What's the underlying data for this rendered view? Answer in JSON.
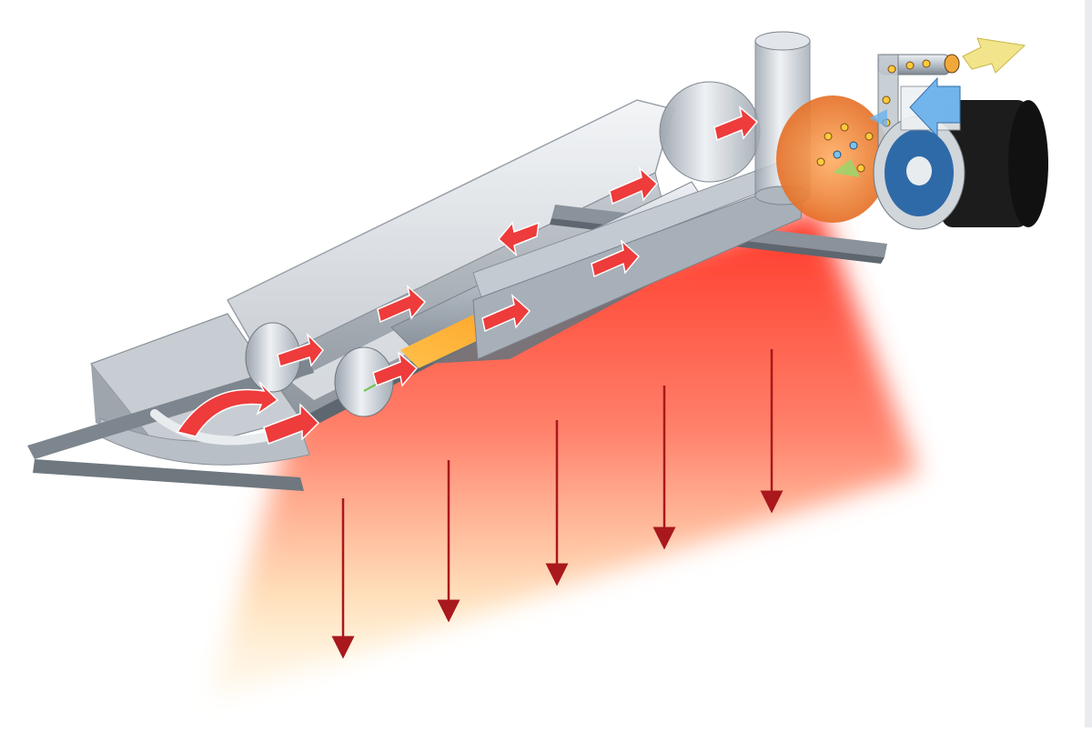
{
  "diagram": {
    "subject": "ceiling-mounted-radiant-tube-heater-cutaway",
    "text_labels": [],
    "colors": {
      "background": "#ffffff",
      "housing": "#d7dbe0",
      "housing_shade": "#aab1b9",
      "housing_dark": "#5e666f",
      "tube": "#b9c2cb",
      "flame": "#ff9a1a",
      "heat_core": "#ff2a1a",
      "heat_fade": "#fff0c8",
      "flow_arrow": "#ee3b3b",
      "radiation_arrow": "#a8181c",
      "fuel_arrow": "#f2e48a",
      "air_arrow": "#5aa8e8",
      "burner_chamber": "#f08a3a",
      "fan_motor": "#1c1c1c",
      "fan_wheel": "#2f6aa8"
    },
    "components": [
      {
        "id": "reflector-housing",
        "icon": "reflector"
      },
      {
        "id": "radiant-tube",
        "icon": "tube"
      },
      {
        "id": "return-bend",
        "icon": "u-bend"
      },
      {
        "id": "burner-chamber",
        "icon": "combustion-chamber"
      },
      {
        "id": "fan-motor",
        "icon": "fan"
      },
      {
        "id": "gas-inlet",
        "icon": "pipe"
      },
      {
        "id": "air-intake",
        "icon": "air-inlet"
      },
      {
        "id": "exhaust-flue",
        "icon": "flue"
      }
    ],
    "flows": [
      {
        "id": "hot-gas-flow",
        "icon": "flow-arrow",
        "count": 10
      },
      {
        "id": "radiant-heat",
        "icon": "down-arrow",
        "count": 5
      },
      {
        "id": "fuel-in",
        "icon": "fuel-arrow",
        "count": 1
      },
      {
        "id": "air-in",
        "icon": "air-arrow",
        "count": 1
      }
    ]
  }
}
